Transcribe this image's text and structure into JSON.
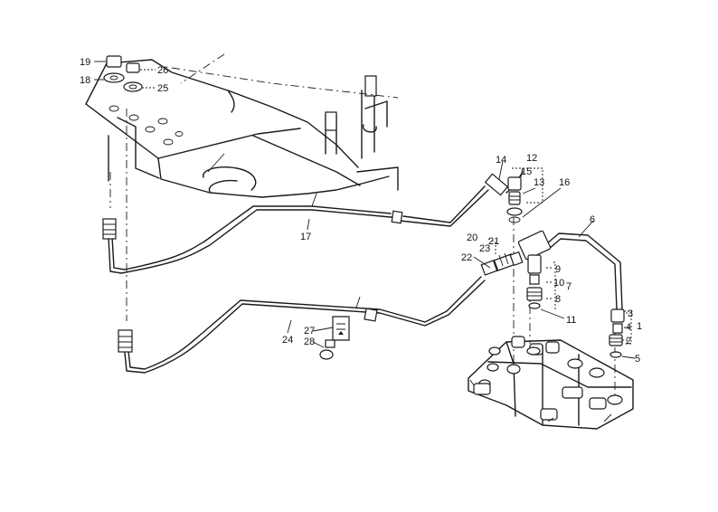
{
  "callouts": {
    "c1": "1",
    "c2": "2",
    "c3": "3",
    "c4": "4",
    "c5": "5",
    "c6": "6",
    "c7": "7",
    "c8": "8",
    "c9": "9",
    "c10": "10",
    "c11": "11",
    "c12": "12",
    "c13": "13",
    "c14": "14",
    "c15": "15",
    "c16": "16",
    "c17": "17",
    "c18": "18",
    "c19": "19",
    "c20": "20",
    "c21": "21",
    "c22": "22",
    "c23": "23",
    "c24": "24",
    "c25": "25",
    "c26": "26",
    "c27": "27",
    "c28": "28"
  },
  "colors": {
    "ink": "#1a1a1a",
    "paper": "#ffffff"
  }
}
